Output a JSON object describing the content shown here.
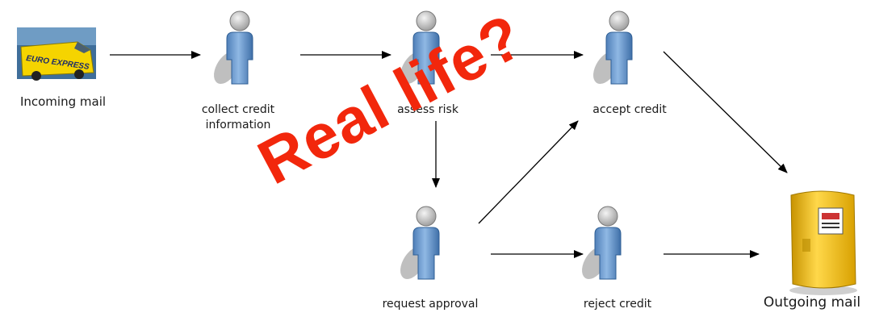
{
  "nodes": {
    "incoming": {
      "label": "Incoming mail",
      "truck_text": "EURO EXPRESS"
    },
    "collect": {
      "label": "collect credit\ninformation"
    },
    "assess": {
      "label": "assess risk"
    },
    "accept": {
      "label": "accept credit"
    },
    "request": {
      "label": "request approval"
    },
    "reject": {
      "label": "reject credit"
    },
    "outgoing": {
      "label": "Outgoing mail"
    }
  },
  "watermark": {
    "text": "Real life?",
    "color": "#f2270c"
  },
  "colors": {
    "person_body": "#6f9fd0",
    "person_head": "#c8c8c8",
    "mailbox": "#f2c200",
    "arrow": "#000000"
  }
}
